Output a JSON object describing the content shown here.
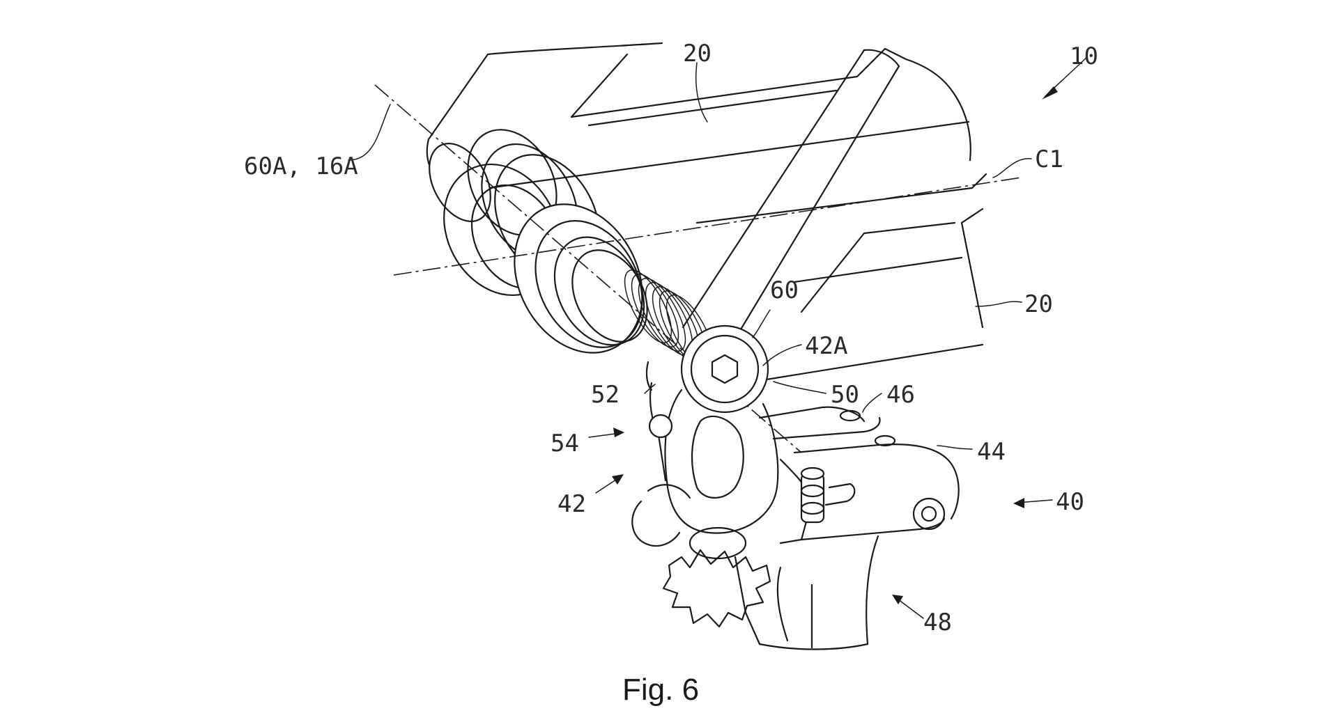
{
  "figure": {
    "caption": "Fig. 6",
    "labels": {
      "l10": "10",
      "l20a": "20",
      "l20b": "20",
      "l60a16a": "60A, 16A",
      "lc1": "C1",
      "l60": "60",
      "l42a": "42A",
      "l52": "52",
      "l50": "50",
      "l46": "46",
      "l54": "54",
      "l44": "44",
      "l42": "42",
      "l40": "40",
      "l48": "48"
    }
  }
}
